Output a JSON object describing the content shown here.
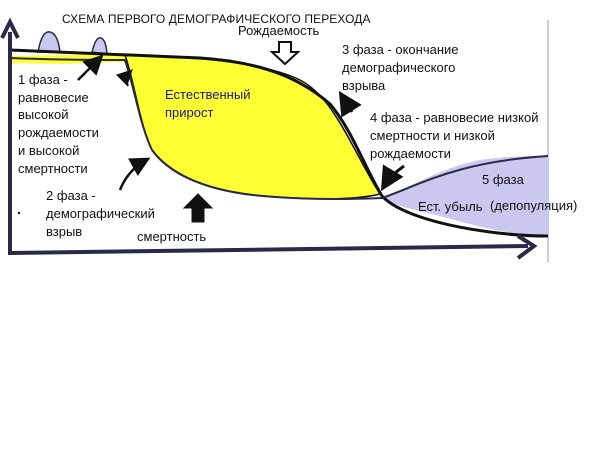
{
  "title": "СХЕМА ПЕРВОГО ДЕМОГРАФИЧЕСКОГО ПЕРЕХОДА",
  "labels": {
    "birth_rate": "Рождаемость",
    "death_rate": "смертность",
    "natural_increase_line1": "Естественный",
    "natural_increase_line2": "прирост",
    "natural_decline": "Ест. убыль",
    "phase1": [
      "1 фаза -",
      "равновесие",
      "высокой",
      "рождаемости",
      "и высокой",
      "смертности"
    ],
    "phase2": [
      "2 фаза -",
      "демографический",
      "взрыв"
    ],
    "phase3": [
      "3 фаза - окончание",
      "демографического",
      "взрыва"
    ],
    "phase4": [
      "4 фаза - равновесие низкой",
      "смертности и низкой",
      "рождаемости"
    ],
    "phase5": "5 фаза",
    "depopulation": "(депопуляция)"
  },
  "colors": {
    "increase_fill": "#ffff33",
    "decline_fill": "#ccc7ee",
    "axis": "#2a2a48",
    "increase_text": "#1a1a80",
    "decline_text": "#111111",
    "frame_line": "#ccc7ee"
  },
  "icons": [
    "arrow-down-icon",
    "arrow-up-icon",
    "pointer-arrow-icon"
  ]
}
